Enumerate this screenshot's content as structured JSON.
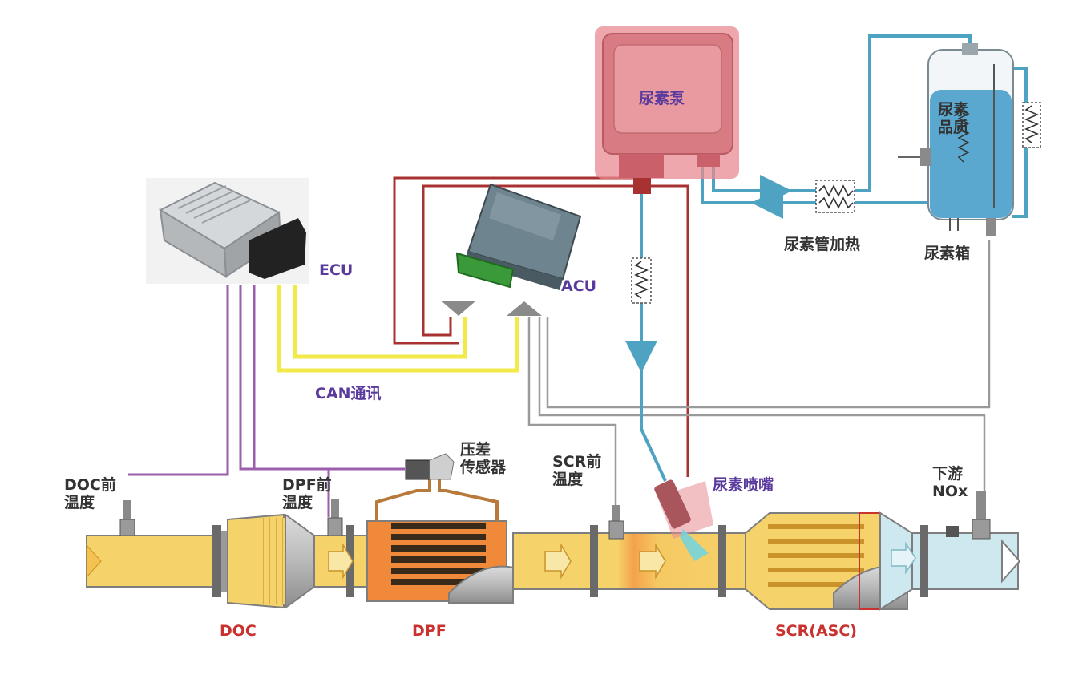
{
  "colors": {
    "can_bus": "#f2ea4a",
    "ecu_signal": "#9b5fae",
    "acu_control": "#a83232",
    "sensor_line": "#9a9a9a",
    "urea_line": "#4ea3c2",
    "exhaust_fill": "#f6d26a",
    "dpf_fill": "#f08a3a",
    "scr_fill": "#f6d26a",
    "clean_fill": "#cde8ee",
    "label_purple": "#5a3a9c",
    "label_red": "#c9322f",
    "pump_highlight": "#e88a90"
  },
  "labels": {
    "ecu": "ECU",
    "acu": "ACU",
    "can": "CAN通讯",
    "urea_pump": "尿素泵",
    "urea_quality": "尿素\n品质",
    "urea_line_heating": "尿素管加热",
    "urea_tank": "尿素箱",
    "diff_pressure_sensor": "压差\n传感器",
    "doc_front_temp": "DOC前\n温度",
    "dpf_front_temp": "DPF前\n温度",
    "scr_front_temp": "SCR前\n温度",
    "urea_nozzle": "尿素喷嘴",
    "downstream_nox": "下游\nNOx",
    "doc": "DOC",
    "dpf": "DPF",
    "scr_asc": "SCR(ASC)"
  },
  "icons": {
    "ecu": "ecu-module-icon",
    "acu": "acu-module-icon",
    "pump": "urea-pump-icon",
    "tank": "urea-tank-icon",
    "heater": "heater-coil-icon",
    "sensor": "temperature-sensor-icon",
    "nozzle": "urea-nozzle-icon",
    "flow": "flow-arrow-icon"
  }
}
